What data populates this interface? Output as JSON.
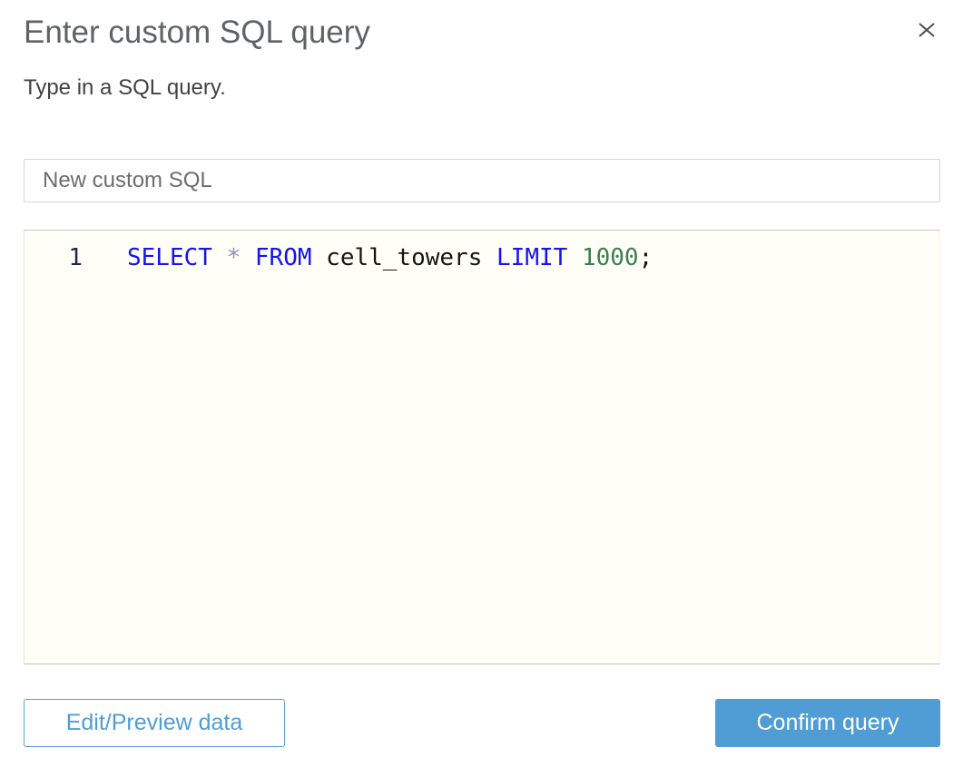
{
  "modal": {
    "title": "Enter custom SQL query",
    "subtitle": "Type in a SQL query."
  },
  "name_input": {
    "value": "New custom SQL"
  },
  "editor": {
    "line_number": "1",
    "query_text": "SELECT * FROM cell_towers LIMIT 1000;",
    "tokens": [
      {
        "type": "keyword",
        "text": "SELECT"
      },
      {
        "type": "plain",
        "text": " "
      },
      {
        "type": "operator",
        "text": "*"
      },
      {
        "type": "plain",
        "text": " "
      },
      {
        "type": "keyword",
        "text": "FROM"
      },
      {
        "type": "plain",
        "text": " cell_towers "
      },
      {
        "type": "keyword",
        "text": "LIMIT"
      },
      {
        "type": "plain",
        "text": " "
      },
      {
        "type": "number",
        "text": "1000"
      },
      {
        "type": "plain",
        "text": ";"
      }
    ]
  },
  "buttons": {
    "edit_preview": "Edit/Preview data",
    "confirm": "Confirm query"
  },
  "icons": {
    "close": "close-icon"
  },
  "colors": {
    "accent_blue": "#4F9DD4",
    "keyword_blue": "#1414F0",
    "operator_blue_gray": "#8690C0",
    "number_green": "#3B7E52",
    "editor_background": "#FFFEF7",
    "title_gray": "#5F6266"
  }
}
